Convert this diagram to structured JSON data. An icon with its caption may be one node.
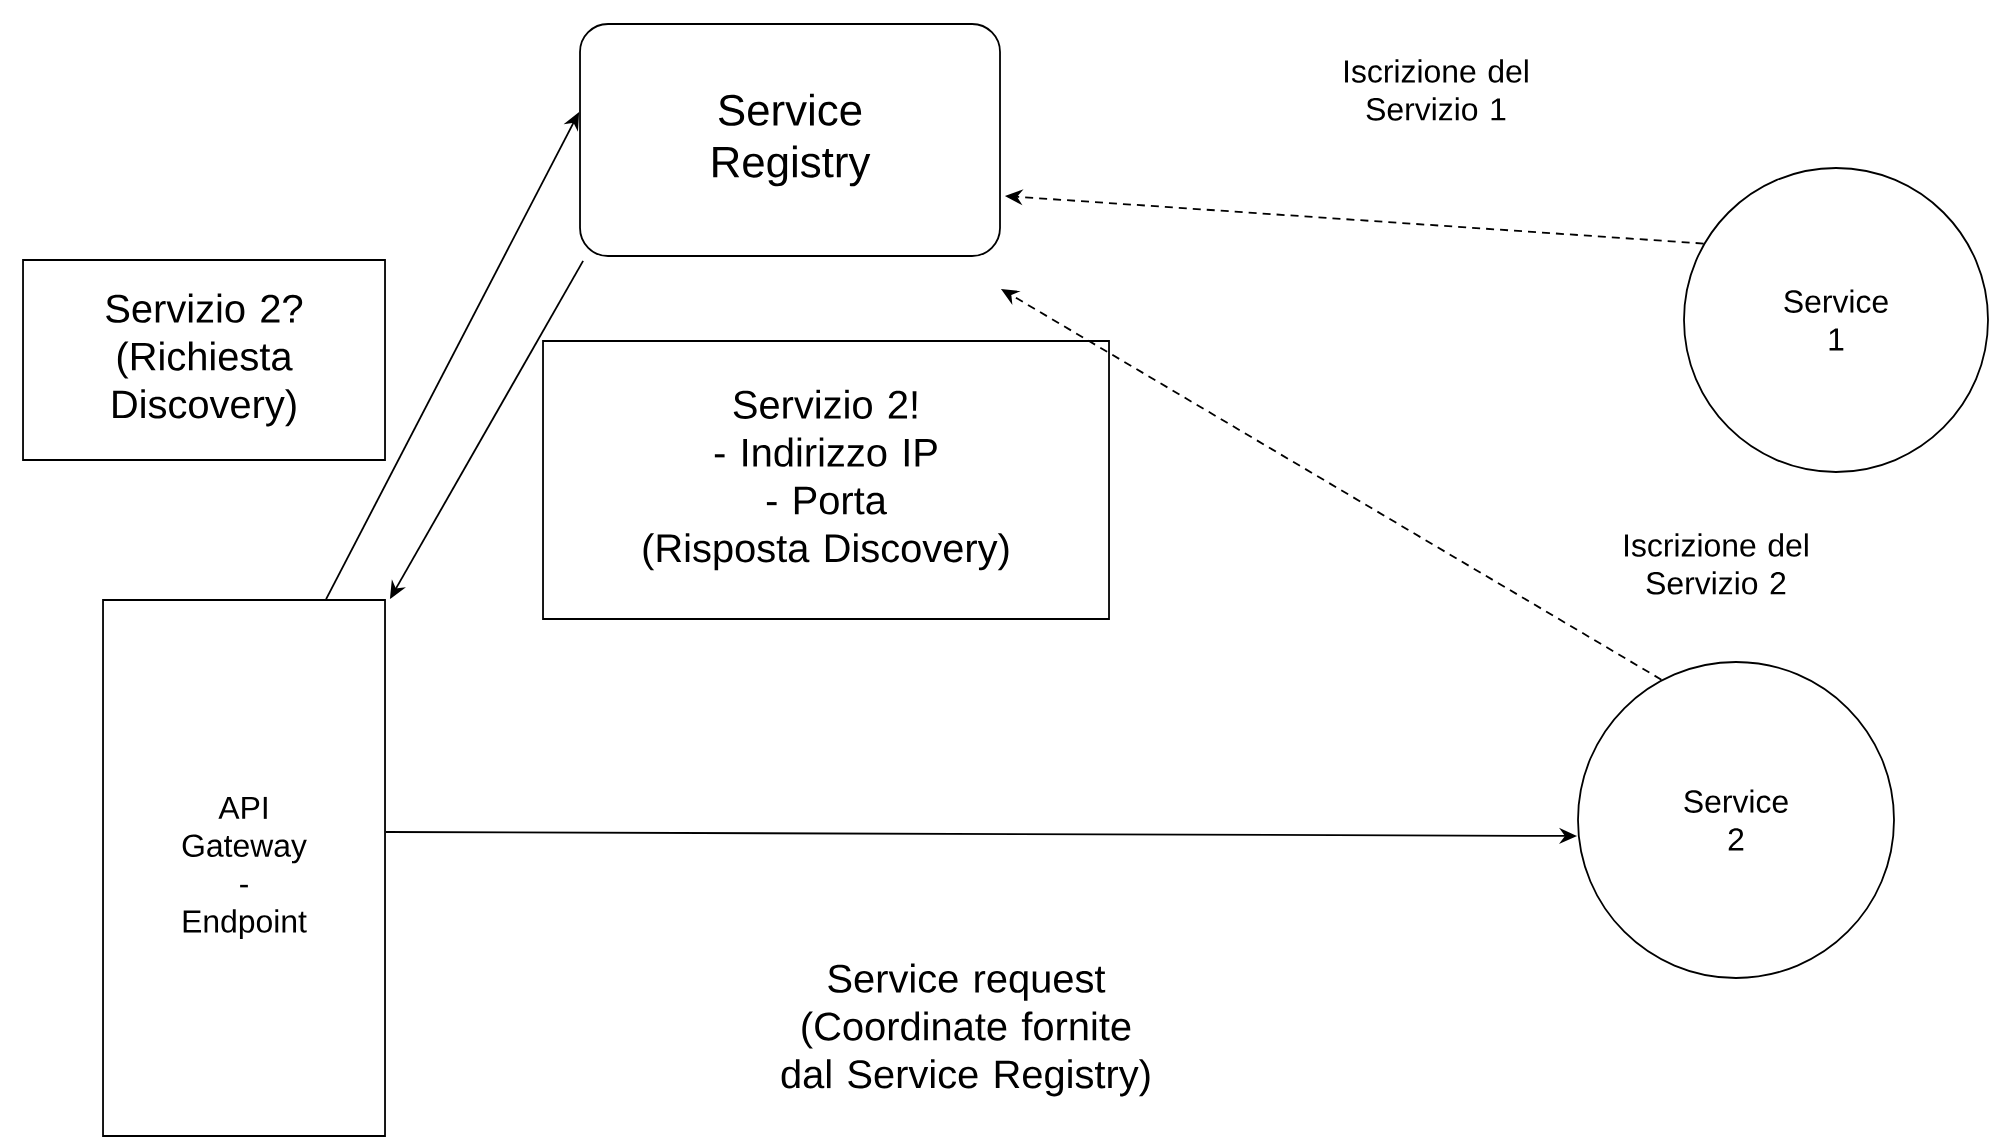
{
  "diagram": {
    "nodes": [
      {
        "text": [
          "Service Registry"
        ]
      },
      {
        "text": [
          "Servizio 2? (Richiesta Discovery)"
        ]
      },
      {
        "text": [
          "Servizio 2!",
          "- Indirizzo IP",
          "- Porta",
          "(Risposta Discovery)"
        ]
      },
      {
        "text": [
          "API Gateway - Endpoint"
        ]
      },
      {
        "text": [
          "Service 1"
        ]
      },
      {
        "text": [
          "Service 2"
        ]
      }
    ],
    "edges": [
      {
        "from": 3,
        "to": 0,
        "arrow": "to"
      },
      {
        "from": 0,
        "to": 3,
        "arrow": "to"
      },
      {
        "from": 4,
        "to": 0,
        "arrow": "to",
        "style": "dashed",
        "label": "Iscrizione del Servizio 1"
      },
      {
        "from": 5,
        "to": 0,
        "arrow": "to",
        "style": "dashed",
        "label": "Iscrizione del Servizio 2"
      },
      {
        "from": 3,
        "to": 5,
        "arrow": "to",
        "label": "Service request (Coordinate fornite dal Service Registry)"
      }
    ]
  }
}
